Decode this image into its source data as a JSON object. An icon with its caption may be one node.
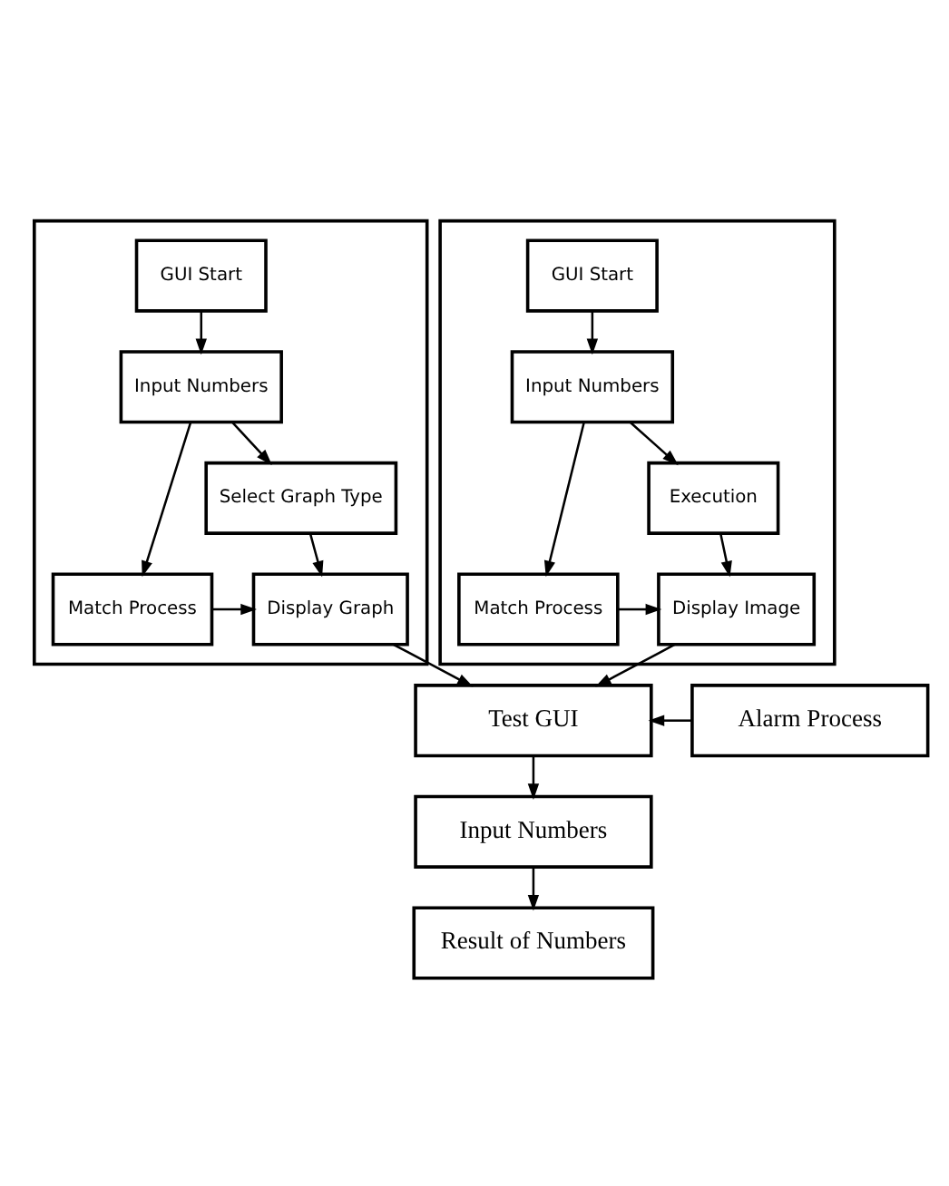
{
  "diagram": {
    "nodes": [
      {
        "text": [],
        "shape": "box"
      },
      {
        "text": [
          "GUI Start"
        ],
        "in": 0
      },
      {
        "text": [
          "Input Numbers"
        ],
        "in": 0
      },
      {
        "text": [
          "Select Graph Type"
        ],
        "in": 0
      },
      {
        "text": [
          "Match Process"
        ],
        "in": 0
      },
      {
        "text": [
          "Display Graph"
        ],
        "in": 0
      },
      {
        "text": [],
        "shape": "box"
      },
      {
        "text": [
          "GUI Start"
        ],
        "in": 6
      },
      {
        "text": [
          "Input Numbers"
        ],
        "in": 6
      },
      {
        "text": [
          "Execution"
        ],
        "in": 6
      },
      {
        "text": [
          "Display Image"
        ],
        "in": 6
      },
      {
        "text": [
          "Match Process"
        ],
        "in": 6
      },
      {
        "text": [
          "Test GUI"
        ]
      },
      {
        "text": [
          "Alarm Process"
        ]
      },
      {
        "text": [
          "Input Numbers"
        ]
      },
      {
        "text": [
          "Result of Numbers"
        ]
      }
    ],
    "edges": [
      {
        "from": 1,
        "to": 2,
        "arrow": "to"
      },
      {
        "from": 2,
        "to": 3,
        "arrow": "to"
      },
      {
        "from": 2,
        "to": 4,
        "arrow": "to"
      },
      {
        "from": 3,
        "to": 5,
        "arrow": "to"
      },
      {
        "from": 4,
        "to": 5,
        "arrow": "to"
      },
      {
        "from": 7,
        "to": 8,
        "arrow": "to"
      },
      {
        "from": 8,
        "to": 9,
        "arrow": "to"
      },
      {
        "from": 8,
        "to": 11,
        "arrow": "to"
      },
      {
        "from": 9,
        "to": 10,
        "arrow": "to"
      },
      {
        "from": 11,
        "to": 10,
        "arrow": "to"
      },
      {
        "from": 5,
        "to": 12,
        "arrow": "to"
      },
      {
        "from": 10,
        "to": 12,
        "arrow": "to"
      },
      {
        "from": 13,
        "to": 12,
        "arrow": "to"
      },
      {
        "from": 12,
        "to": 14,
        "arrow": "to"
      },
      {
        "from": 14,
        "to": 15,
        "arrow": "to"
      }
    ]
  }
}
